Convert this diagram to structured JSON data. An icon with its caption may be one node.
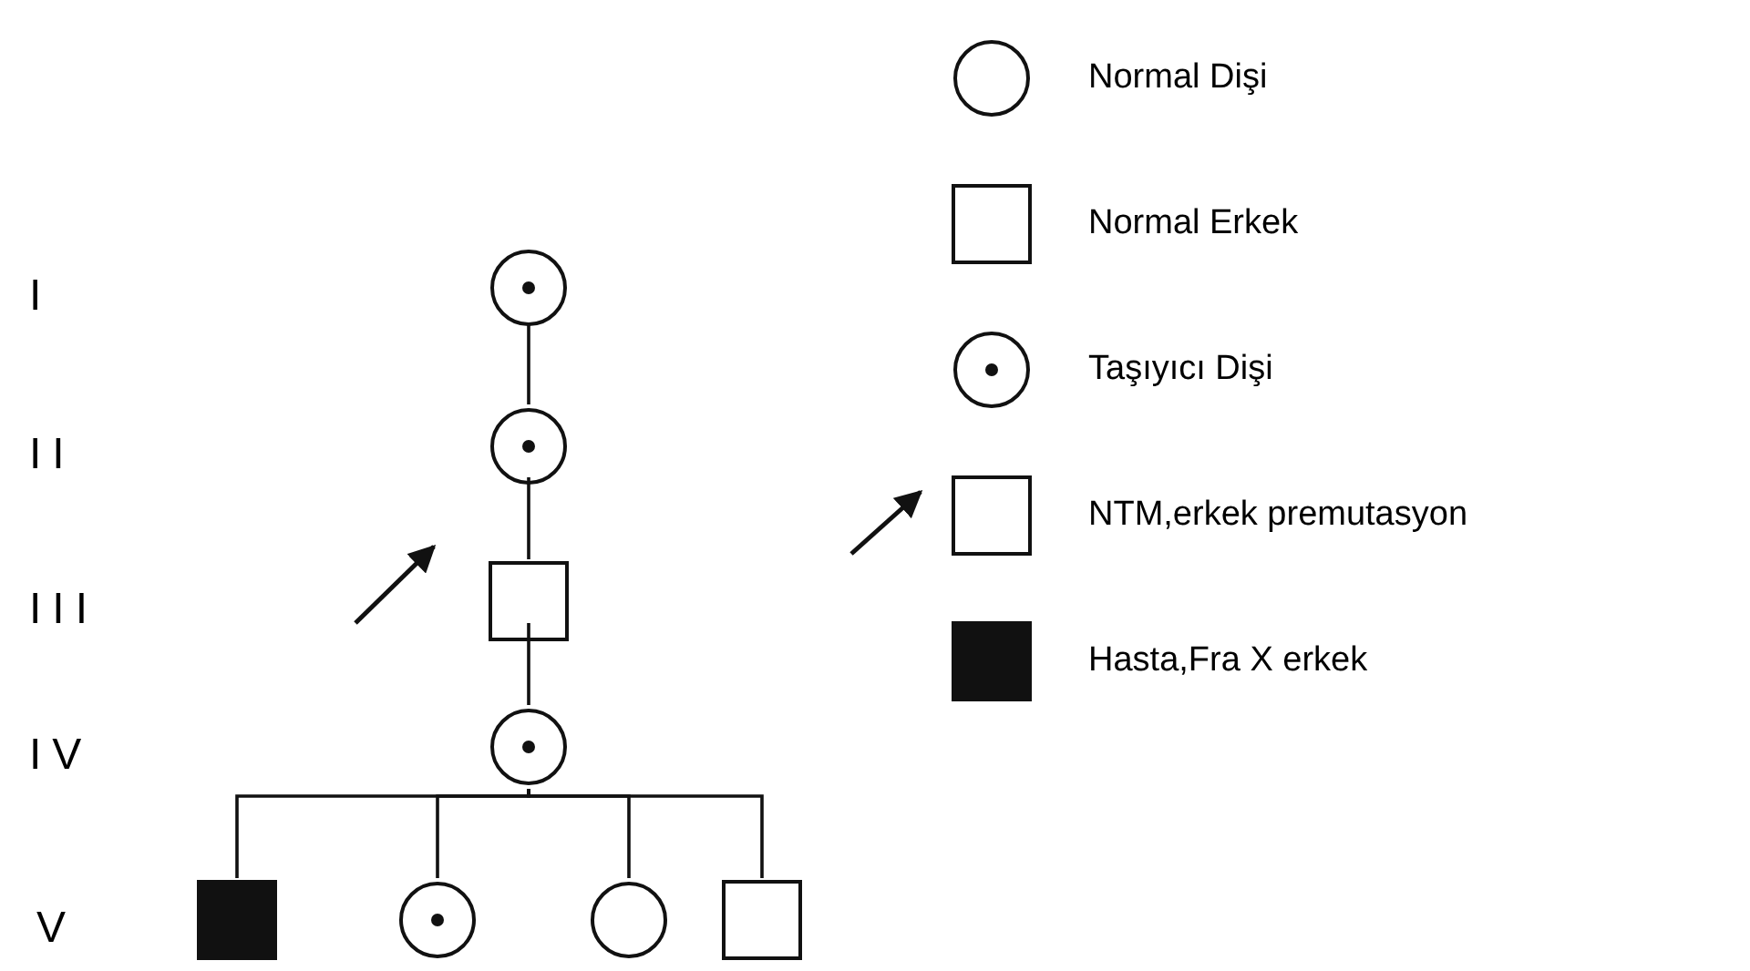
{
  "diagram": {
    "nodes": [
      {
        "text": [],
        "shape": "circle"
      },
      {
        "text": [],
        "shape": "circle"
      },
      {
        "text": [],
        "shape": "box"
      },
      {
        "text": [],
        "shape": "circle"
      },
      {
        "text": [],
        "shape": "box"
      },
      {
        "text": [],
        "shape": "circle"
      },
      {
        "text": [],
        "shape": "circle"
      },
      {
        "text": [],
        "shape": "box"
      }
    ],
    "edges": [
      {
        "from": 0,
        "to": 1,
        "arrow": "none"
      },
      {
        "from": 1,
        "to": 2,
        "arrow": "none"
      },
      {
        "from": 2,
        "to": 3,
        "arrow": "none"
      },
      {
        "from": 3,
        "to": 4,
        "arrow": "none"
      },
      {
        "from": 3,
        "to": 5,
        "arrow": "none"
      },
      {
        "from": 3,
        "to": 6,
        "arrow": "none"
      },
      {
        "from": 3,
        "to": 7,
        "arrow": "none"
      },
      {
        "from": null,
        "to": 2,
        "arrow": "to"
      }
    ],
    "labels": [
      "I",
      "II",
      "III",
      "IV",
      "V"
    ],
    "legend": [
      {
        "text": "Normal Dişi"
      },
      {
        "text": "Normal Erkek"
      },
      {
        "text": "Taşıyıcı Dişi"
      },
      {
        "text": "NTM,erkek premutasyon"
      },
      {
        "text": "Hasta,Fra X erkek"
      }
    ]
  }
}
